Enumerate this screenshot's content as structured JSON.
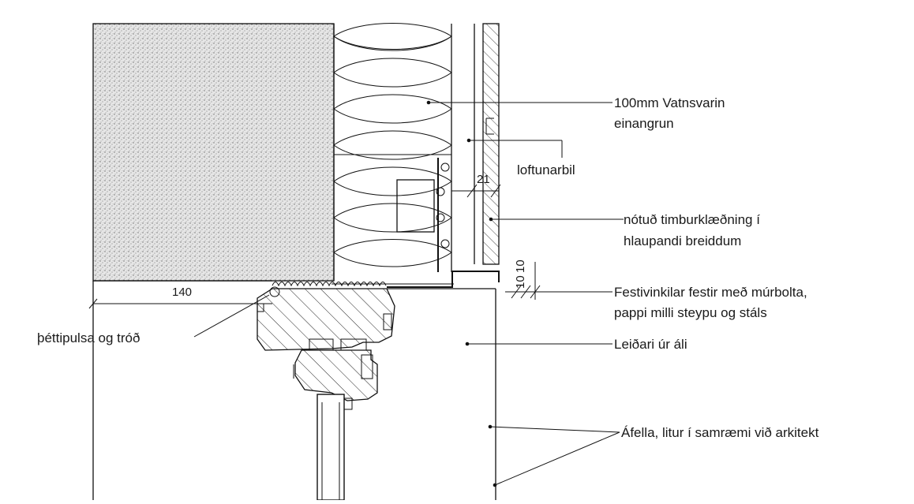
{
  "labels": {
    "insulation_line1": "100mm Vatnsvarin",
    "insulation_line2": "einangrun",
    "ventilation_gap": "loftunarbil",
    "cladding_line1": "nótuð timburklæðning í",
    "cladding_line2": "hlaupandi breiddum",
    "bracket_line1": "Festivinkilar festir með múrbolta,",
    "bracket_line2": "pappi milli steypu og stáls",
    "seal": "þéttipulsa og tróð",
    "guide": "Leiðari úr áli",
    "flashing": "Áfella, litur í samræmi við arkitekt"
  },
  "dimensions": {
    "gap_21": "21",
    "d_10_top": "10",
    "d_10_bottom": "10",
    "d_140": "140"
  }
}
